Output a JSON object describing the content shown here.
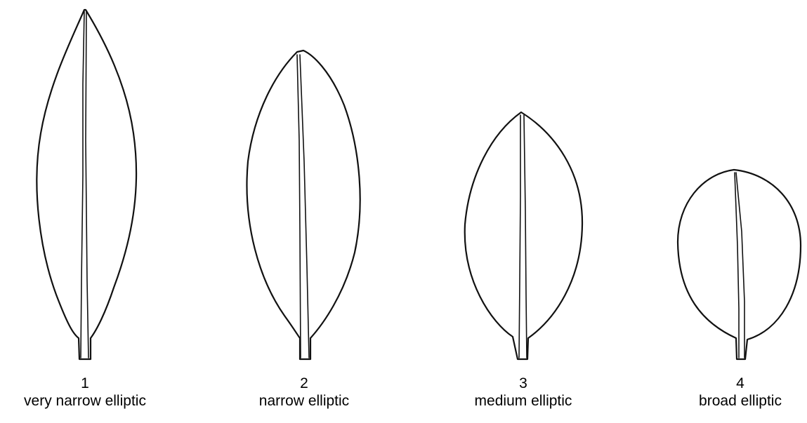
{
  "leaves": [
    {
      "number": "1",
      "name": "very narrow elliptic"
    },
    {
      "number": "2",
      "name": "narrow elliptic"
    },
    {
      "number": "3",
      "name": "medium elliptic"
    },
    {
      "number": "4",
      "name": "broad elliptic"
    }
  ]
}
